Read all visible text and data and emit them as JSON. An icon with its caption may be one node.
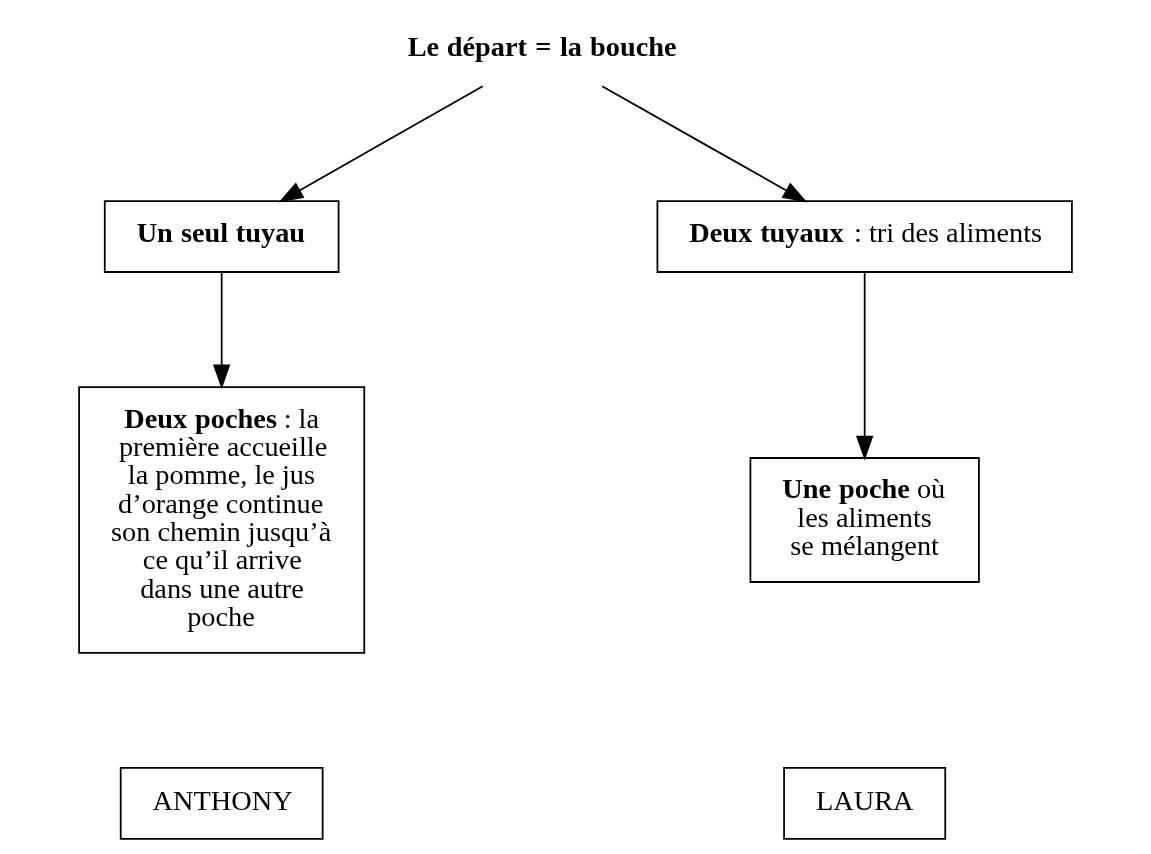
{
  "diagram": {
    "nodes": [
      {
        "text": [
          "**Le départ = la bouche**"
        ]
      },
      {
        "text": [
          "**Un seul tuyau**"
        ]
      },
      {
        "text": [
          "**Deux tuyaux** : tri des aliments"
        ]
      },
      {
        "text": [
          "**Deux poches** : la première accueille la pomme, le jus d’orange continue son chemin jusqu’à ce qu’il arrive dans une autre poche"
        ]
      },
      {
        "text": [
          "**Une poche** où les aliments se mélangent"
        ]
      },
      {
        "text": [
          "ANTHONY"
        ]
      },
      {
        "text": [
          "LAURA"
        ]
      }
    ],
    "edges": [
      {
        "from": 0,
        "to": 1,
        "arrow": "to"
      },
      {
        "from": 0,
        "to": 2,
        "arrow": "to"
      },
      {
        "from": 1,
        "to": 3,
        "arrow": "to"
      },
      {
        "from": 2,
        "to": 4,
        "arrow": "to"
      }
    ]
  }
}
